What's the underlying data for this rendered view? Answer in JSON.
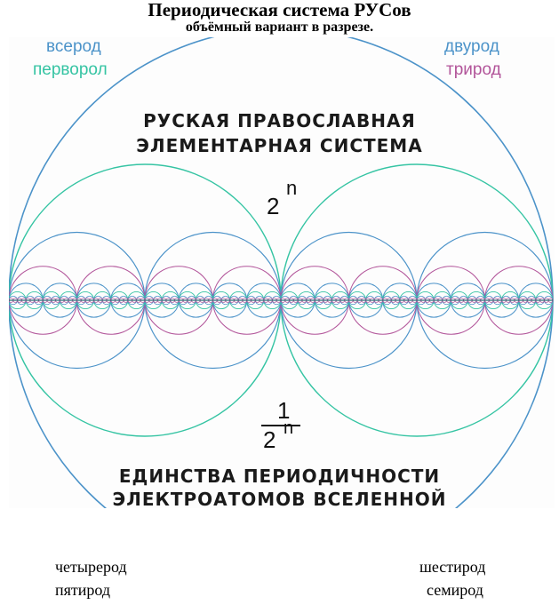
{
  "title": "Периодическая система РУСов",
  "subtitle": "объёмный вариант в разрезе.",
  "legend": {
    "vserod": "всерод",
    "pervorod": "перворол",
    "dvurod": "двурод",
    "trirod": "трирод"
  },
  "heading_top": {
    "line1": "РУСКАЯ ПРАВОСЛАВНАЯ",
    "line2": "ЭЛЕМЕНТАРНАЯ СИСТЕМА"
  },
  "heading_bottom": {
    "line1": "ЕДИНСТВА ПЕРИОДИЧНОСТИ",
    "line2": "ЭЛЕКТРОАТОМОВ ВСЕЛЕННОЙ"
  },
  "formula_top": {
    "base": "2",
    "exponent": "n"
  },
  "formula_bottom": {
    "numerator": "1",
    "denominator_base": "2",
    "denominator_exponent": "n"
  },
  "footer": {
    "chetyrerod": "четырерод",
    "pyatirod": "пятирод",
    "shestirod": "шестирод",
    "semirod": "семирод"
  },
  "colors": {
    "blue": "#4c93c9",
    "teal": "#35c4a3",
    "magenta": "#b2559a",
    "dark": "#2c6b78"
  }
}
